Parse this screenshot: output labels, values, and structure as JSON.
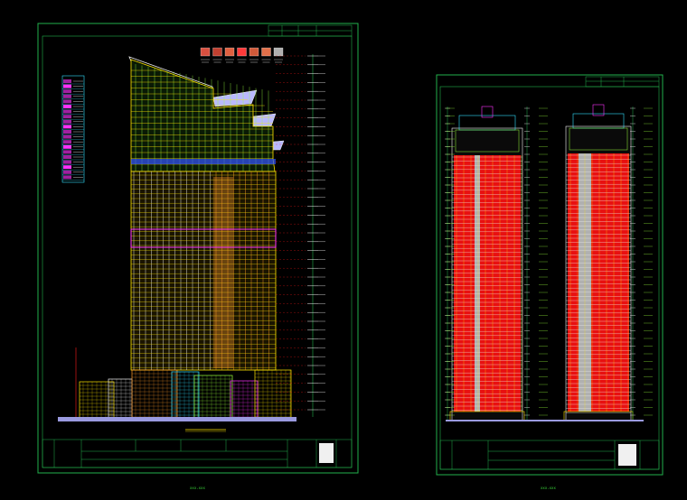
{
  "drawing": {
    "background": "#000000",
    "line_green": "#22b14c",
    "accent_yellow": "#ffe600",
    "accent_red": "#ff1a1a",
    "accent_magenta": "#ff33ff",
    "accent_cyan": "#33e0ff",
    "accent_white": "#f0f0f0"
  },
  "sheets": [
    {
      "id": "sheet-left",
      "footer_label": "xxx.xxx"
    },
    {
      "id": "sheet-right",
      "footer_label": "xxx.xxx"
    }
  ]
}
